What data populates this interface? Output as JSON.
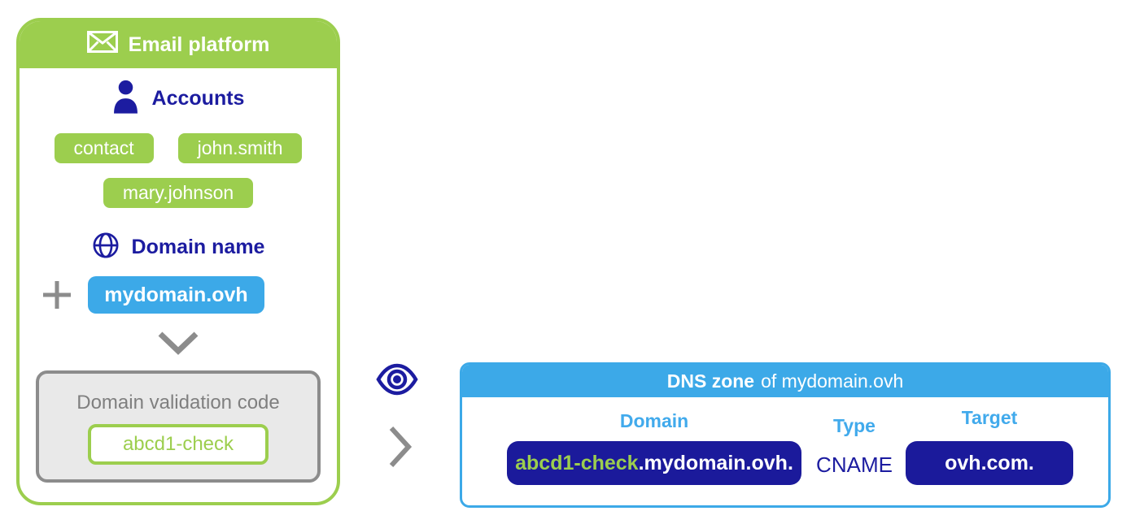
{
  "colors": {
    "green": "#9CCE4E",
    "sky_blue": "#3CA9E8",
    "navy_text": "#1C1CA0",
    "navy_fill": "#1B1A9B",
    "gray": "#8C8C8C",
    "gray_text": "#7F7F7F"
  },
  "email_platform": {
    "title": "Email platform",
    "accounts_label": "Accounts",
    "accounts": [
      "contact",
      "john.smith",
      "mary.johnson"
    ],
    "domain_label": "Domain name",
    "domain_value": "mydomain.ovh",
    "validation_label": "Domain validation code",
    "validation_code": "abcd1-check"
  },
  "dns_zone": {
    "title_bold": "DNS zone",
    "title_rest": "of mydomain.ovh",
    "columns": {
      "domain": "Domain",
      "type": "Type",
      "target": "Target"
    },
    "record": {
      "domain_prefix": "abcd1-check",
      "domain_suffix": ".mydomain.ovh.",
      "type": "CNAME",
      "target": "ovh.com."
    }
  }
}
